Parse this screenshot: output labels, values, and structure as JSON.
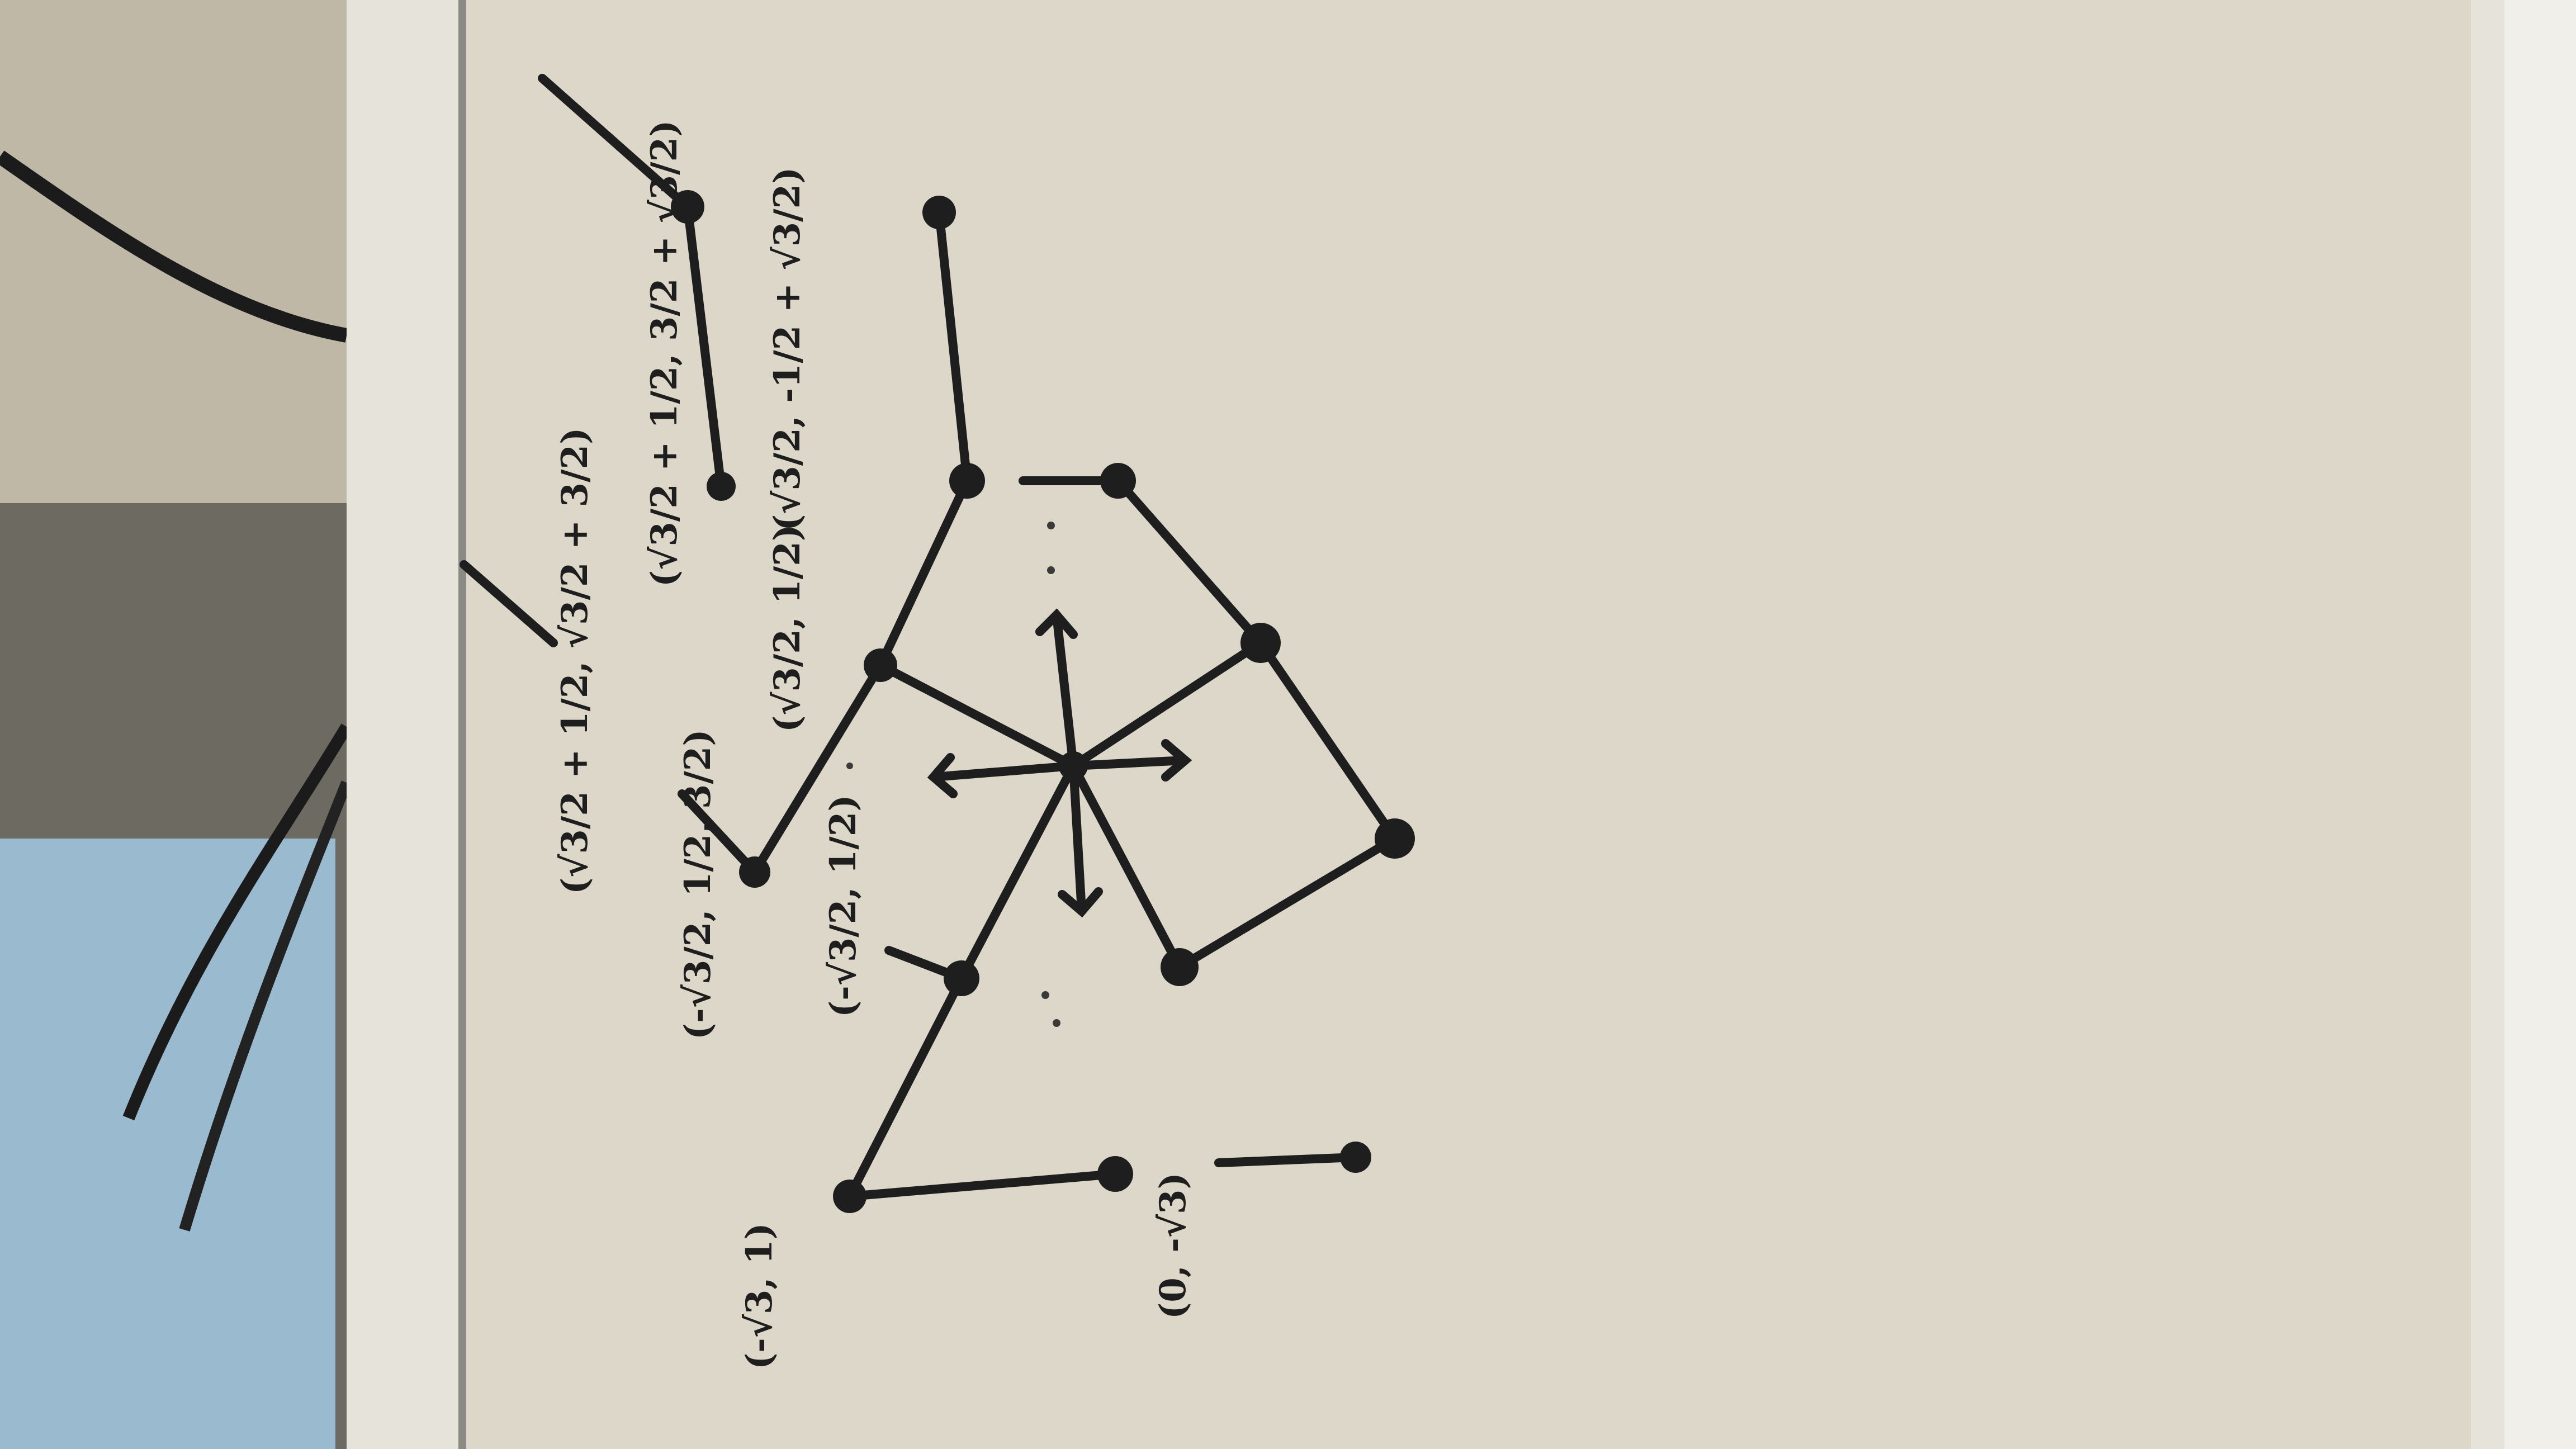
{
  "photo": {
    "subject": "whiteboard",
    "colors": {
      "whiteboard": "#d9d4c5",
      "frame": "#e7e4dc",
      "marker": "#1e1e1e",
      "background_cloth": "#cfc8b6",
      "glare": "#bfe3ff",
      "cable": "#1b1b1b"
    }
  },
  "drawing": {
    "labels": [
      "(√3/2, -1/2 + √3/2)",
      "(√3/2 + 1/2, 3/2 + √3/2)",
      "(√3/2, 1/2)",
      "(√3/2 + 1/2, √3/2 + 3/2)",
      "(-√3/2, 1/2, 3/2)",
      "(-√3/2, 1/2)",
      "(-√3, 1)",
      "(0, -√3)"
    ]
  }
}
